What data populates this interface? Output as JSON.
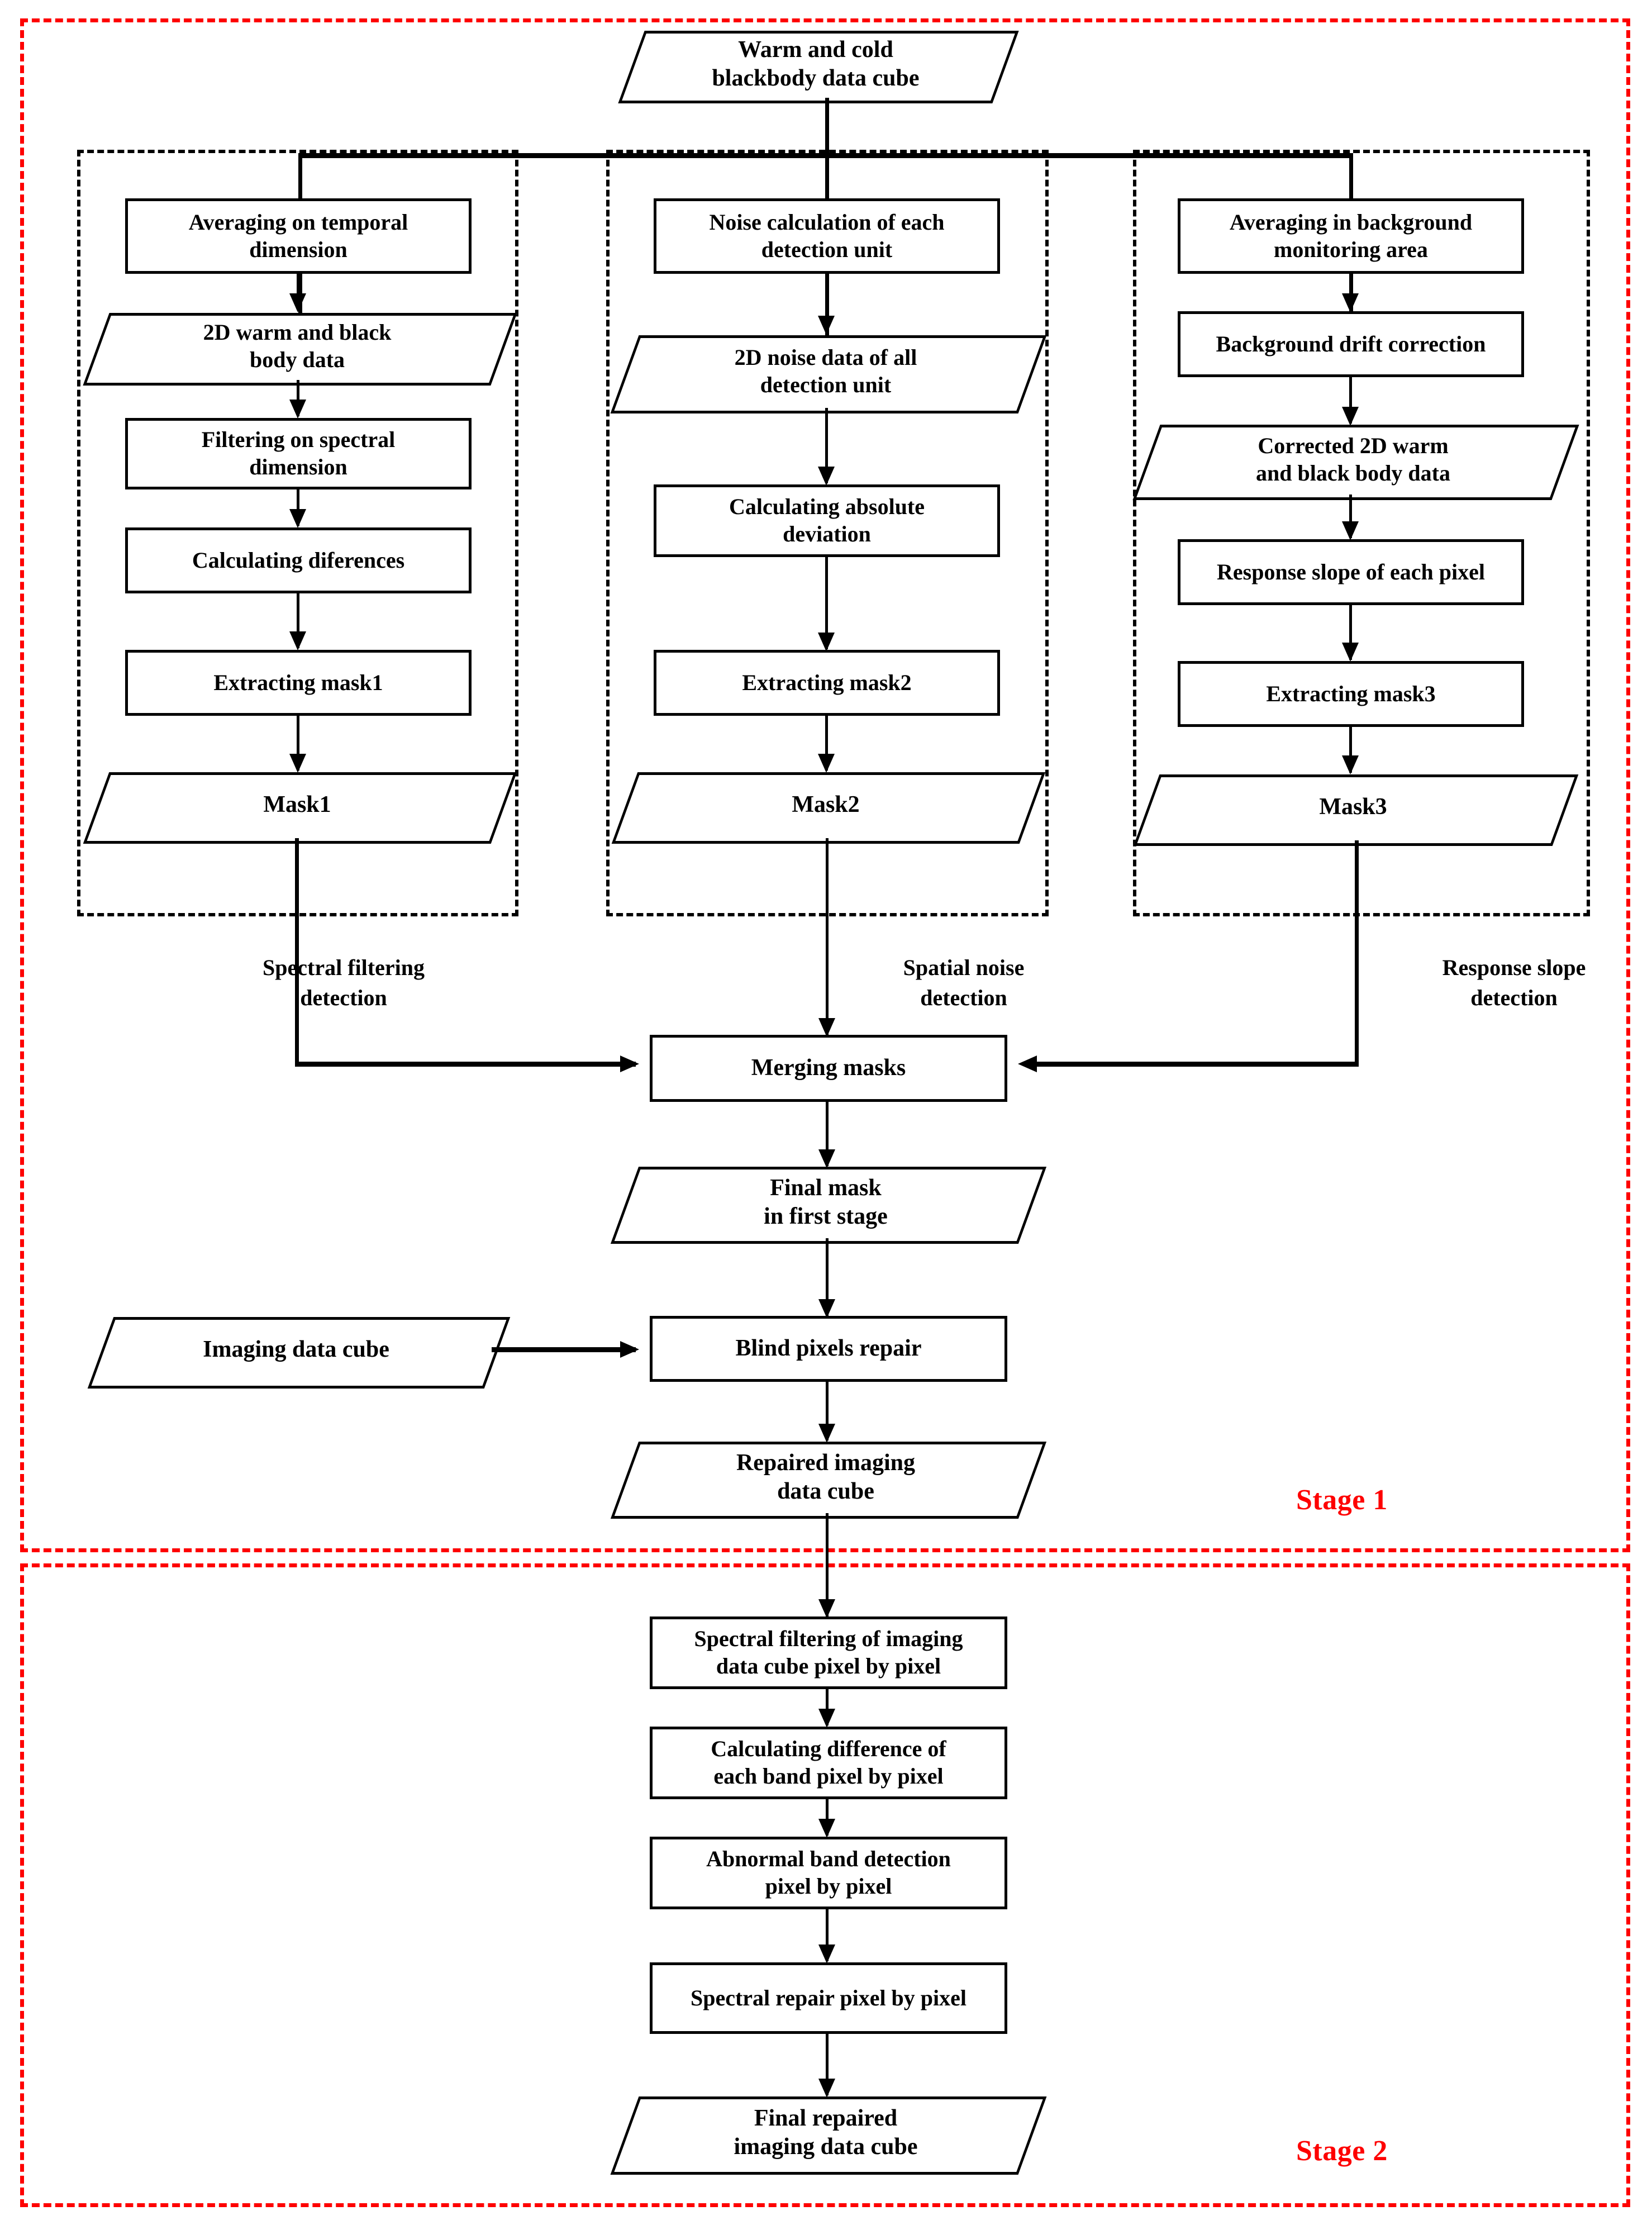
{
  "diagram": {
    "title": "Two-stage blind pixel detection and repair flowchart",
    "colors": {
      "stage_border": "#FE0000",
      "group_border": "#000000",
      "node_border": "#000000",
      "text": "#000000"
    },
    "stages": [
      {
        "id": "stage1",
        "label": "Stage 1"
      },
      {
        "id": "stage2",
        "label": "Stage 2"
      }
    ],
    "source": {
      "label": "Warm and cold\nblackbody data cube",
      "line1": "Warm and cold",
      "line2": "blackbody data cube"
    },
    "branches": [
      {
        "id": "spectral-filtering",
        "caption_line1": "Spectral filtering",
        "caption_line2": "detection",
        "nodes": [
          {
            "type": "process",
            "line1": "Averaging on temporal",
            "line2": "dimension"
          },
          {
            "type": "data",
            "line1": "2D warm and black",
            "line2": "body data"
          },
          {
            "type": "process",
            "line1": "Filtering on spectral",
            "line2": "dimension"
          },
          {
            "type": "process",
            "line1": "Calculating diferences",
            "line2": ""
          },
          {
            "type": "process",
            "line1": "Extracting mask1",
            "line2": ""
          },
          {
            "type": "data",
            "line1": "Mask1",
            "line2": ""
          }
        ]
      },
      {
        "id": "spatial-noise",
        "caption_line1": "Spatial noise",
        "caption_line2": "detection",
        "nodes": [
          {
            "type": "process",
            "line1": "Noise calculation of each",
            "line2": "detection unit"
          },
          {
            "type": "data",
            "line1": "2D noise data of all",
            "line2": "detection unit"
          },
          {
            "type": "process",
            "line1": "Calculating absolute",
            "line2": "deviation"
          },
          {
            "type": "process",
            "line1": "Extracting mask2",
            "line2": ""
          },
          {
            "type": "data",
            "line1": "Mask2",
            "line2": ""
          }
        ]
      },
      {
        "id": "response-slope",
        "caption_line1": "Response slope",
        "caption_line2": "detection",
        "nodes": [
          {
            "type": "process",
            "line1": "Averaging in background",
            "line2": "monitoring area"
          },
          {
            "type": "process",
            "line1": "Background drift correction",
            "line2": ""
          },
          {
            "type": "data",
            "line1": "Corrected 2D warm",
            "line2": "and black body data"
          },
          {
            "type": "process",
            "line1": "Response slope of each pixel",
            "line2": ""
          },
          {
            "type": "process",
            "line1": "Extracting mask3",
            "line2": ""
          },
          {
            "type": "data",
            "line1": "Mask3",
            "line2": ""
          }
        ]
      }
    ],
    "merge": {
      "label": "Merging masks"
    },
    "final_mask": {
      "line1": "Final mask",
      "line2": "in first stage"
    },
    "imaging_cube": {
      "label": "Imaging data cube"
    },
    "blind_repair": {
      "label": "Blind pixels repair"
    },
    "repaired_cube": {
      "line1": "Repaired imaging",
      "line2": "data cube"
    },
    "stage2_nodes": [
      {
        "type": "process",
        "line1": "Spectral filtering of imaging",
        "line2": "data cube pixel by pixel"
      },
      {
        "type": "process",
        "line1": "Calculating difference of",
        "line2": "each band  pixel by pixel"
      },
      {
        "type": "process",
        "line1": "Abnormal band detection",
        "line2": "pixel by pixel"
      },
      {
        "type": "process",
        "line1": "Spectral repair  pixel by pixel",
        "line2": ""
      },
      {
        "type": "data",
        "line1": "Final repaired",
        "line2": "imaging data cube"
      }
    ]
  }
}
